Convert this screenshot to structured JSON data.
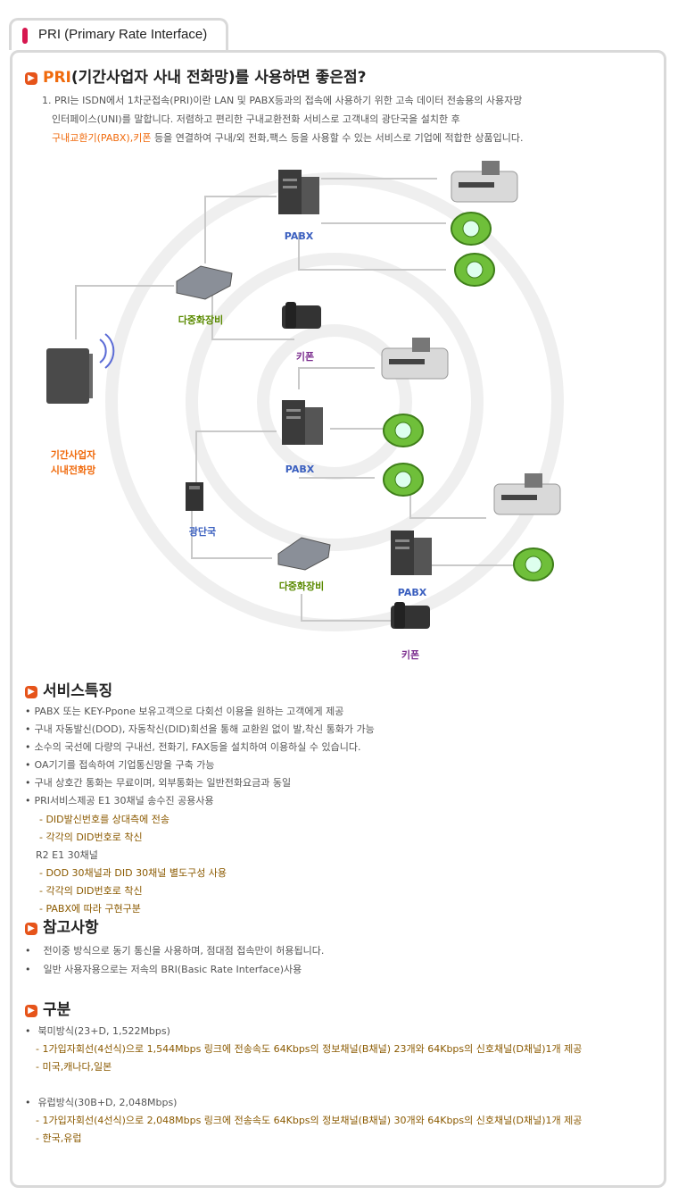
{
  "tab_title": "PRI (Primary Rate Interface)",
  "intro": {
    "heading_prefix": "PRI",
    "heading_rest": "(기간사업자 사내 전화망)를 사용하면 좋은점?",
    "line1": "1. PRI는 ISDN에서 1차군접속(PRI)이란 LAN 및 PABX등과의 접속에 사용하기 위한 고속 데이터 전송용의 사용자망",
    "line2": "인터페이스(UNI)를 말합니다. 저렴하고 편리한 구내교환전화 서비스로 고객내의 광단국을 설치한 후",
    "line3_orange": "구내교환기(PABX),키폰",
    "line3_rest": " 등을 연결하여 구내/외 전화,팩스 등을 사용할 수 있는 서비스로 기업에 적합한 상품입니다."
  },
  "diagram": {
    "pabx_label": "PABX",
    "mux_label": "다중화장비",
    "keyphone_label": "키폰",
    "carrier_label_1": "기간사업자",
    "carrier_label_2": "시내전화망",
    "optical_label": "광단국",
    "colors": {
      "green": "#5a8a00",
      "blue": "#3a5fbf",
      "orange": "#f06a0c",
      "purple": "#7b2d8e"
    }
  },
  "features": {
    "heading": "서비스특징",
    "items": [
      "PABX 또는 KEY-Ppone  보유고객으로 다회선 이용을 원하는 고객에게 제공",
      "구내 자동발신(DOD), 자동착신(DID)회선을 통해 교환원 없이 발,착신 통화가 가능",
      "소수의 국선에 다량의 구내선, 전화기, FAX등을 설치하여 이용하실 수 있습니다.",
      "OA기기를 접속하여 기업통신망을 구축 가능",
      "구내 상호간 통화는 무료이며, 외부통화는 일반전화요금과 동일",
      "PRI서비스제공 E1 30채널 송수진 공용사용"
    ],
    "sub1": [
      "- DID발신번호를 상대측에 전송",
      "- 각각의 DID번호로 착신"
    ],
    "r2": "R2 E1 30채널",
    "sub2": [
      "- DOD 30채널과 DID 30채널 별도구성 사용",
      "- 각각의 DID번호로 착신",
      "- PABX에 따라 구현구분"
    ]
  },
  "notes": {
    "heading": "참고사항",
    "items": [
      "전이중 방식으로 동기 통신을 사용하며, 점대점 접속만이 허용됩니다.",
      "일반 사용자용으로는 저속의 BRI(Basic Rate Interface)사용"
    ]
  },
  "types": {
    "heading": "구분",
    "na_title": "북미방식(23+D, 1,522Mbps)",
    "na_line1": "- 1가입자회선(4선식)으로 1,544Mbps 링크에 전송속도 64Kbps의 정보채널(B채널) 23개와 64Kbps의 신호채널(D채널)1개 제공",
    "na_line2": "-  미국,캐나다,일본",
    "eu_title": "유럽방식(30B+D, 2,048Mbps)",
    "eu_line1": "- 1가입자회선(4선식)으로 2,048Mbps 링크에 전송속도 64Kbps의 정보채널(B채널) 30개와 64Kbps의 신호채널(D채널)1개 제공",
    "eu_line2": "- 한국,유럽"
  }
}
